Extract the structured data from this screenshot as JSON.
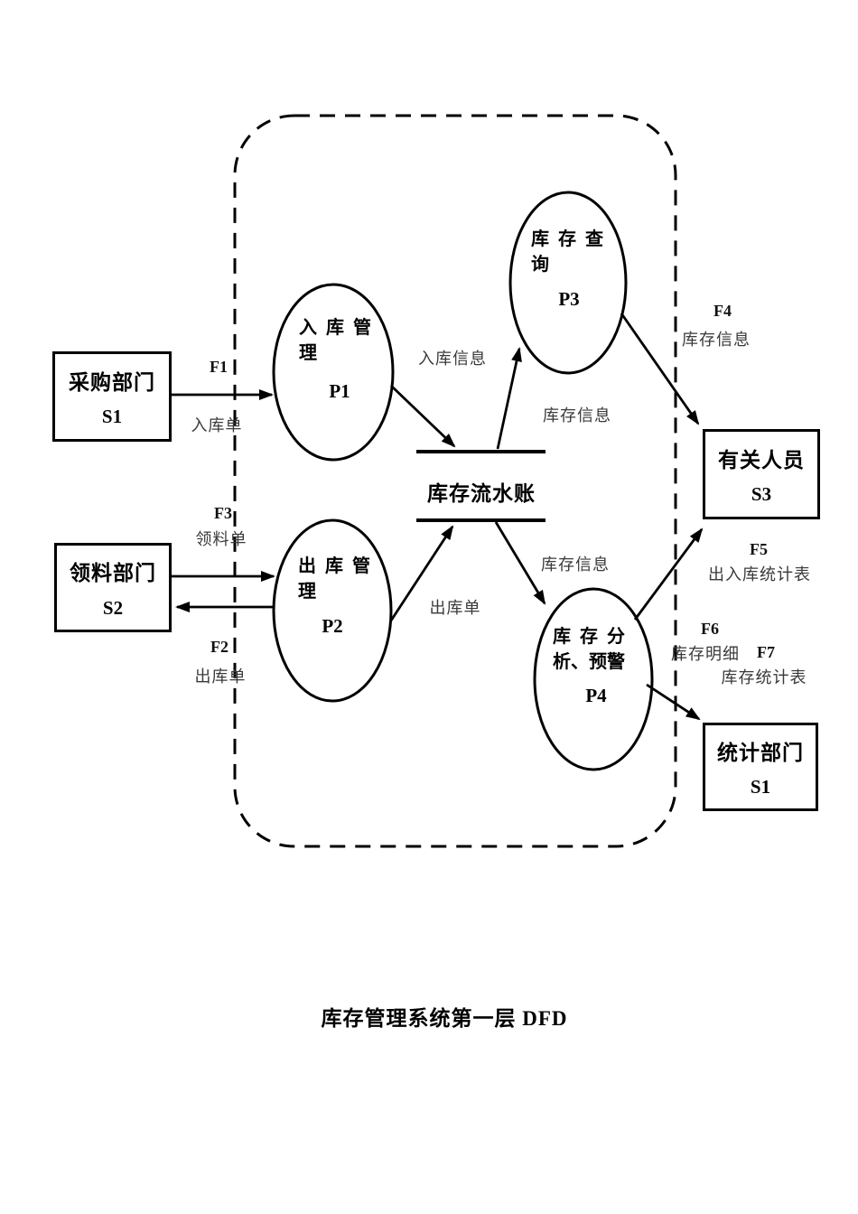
{
  "page": {
    "caption": "库存管理系统第一层 DFD"
  },
  "entities": [
    {
      "name": "采购部门",
      "code": "S1"
    },
    {
      "name": "领料部门",
      "code": "S2"
    },
    {
      "name": "有关人员",
      "code": "S3"
    },
    {
      "name": "统计部门",
      "code": "S1"
    }
  ],
  "processes": [
    {
      "line1": "入 库 管",
      "line2": "理",
      "code": "P1"
    },
    {
      "line1": "出 库 管",
      "line2": "理",
      "code": "P2"
    },
    {
      "line1": "库 存 查",
      "line2": "询",
      "code": "P3"
    },
    {
      "line1": "库 存 分",
      "line2": "析、预警",
      "code": "P4"
    }
  ],
  "data_store": {
    "name": "库存流水账"
  },
  "flows": {
    "f1": {
      "code": "F1",
      "label": "入库单"
    },
    "f2": {
      "code": "F2",
      "label": "出库单"
    },
    "f3": {
      "code": "F3",
      "label": "领料单"
    },
    "f4": {
      "code": "F4",
      "label": "库存信息"
    },
    "f5": {
      "code": "F5",
      "label": "出入库统计表"
    },
    "f6": {
      "code": "F6",
      "label": "库存明细"
    },
    "f7": {
      "code": "F7",
      "label": "库存统计表"
    },
    "inbound_info": "入库信息",
    "stock_info_to_query": "库存信息",
    "outbound_note": "出库单",
    "stock_info_to_analysis": "库存信息"
  },
  "colors": {
    "stroke": "#000000",
    "label_text": "#3a3a3a"
  }
}
